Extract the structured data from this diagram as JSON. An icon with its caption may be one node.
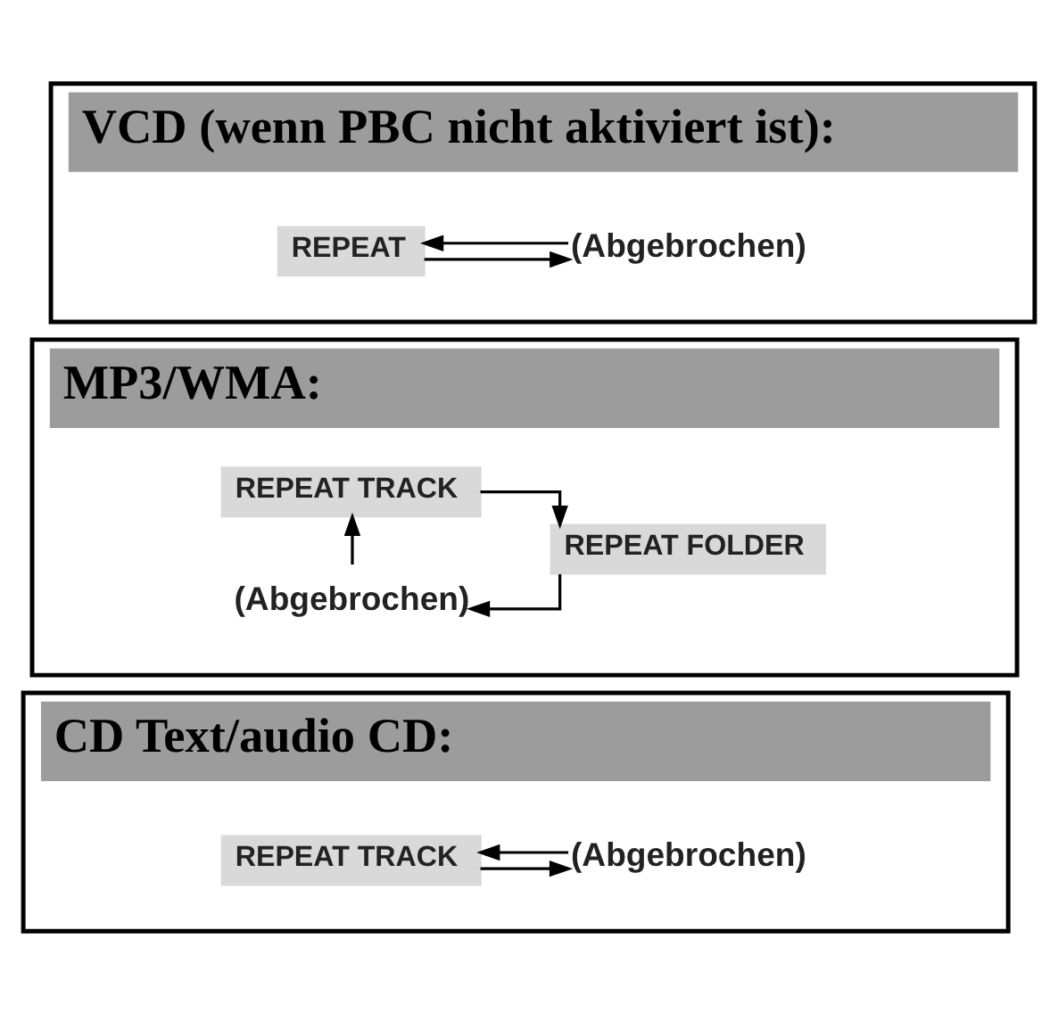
{
  "diagram": {
    "nodes": [
      {
        "text": [
          "VCD (wenn PBC nicht aktiviert ist):"
        ]
      },
      {
        "text": [
          "REPEAT"
        ],
        "in": 0
      },
      {
        "text": [
          "(Abgebrochen)"
        ],
        "in": 0
      },
      {
        "text": [
          "MP3/WMA:"
        ]
      },
      {
        "text": [
          "REPEAT TRACK"
        ],
        "in": 3
      },
      {
        "text": [
          "REPEAT FOLDER"
        ],
        "in": 3
      },
      {
        "text": [
          "(Abgebrochen)"
        ],
        "in": 3
      },
      {
        "text": [
          "CD Text/audio CD:"
        ]
      },
      {
        "text": [
          "REPEAT TRACK"
        ],
        "in": 7
      },
      {
        "text": [
          "(Abgebrochen)"
        ],
        "in": 7
      }
    ],
    "edges": [
      {
        "from": 1,
        "to": 2,
        "arrow": "to"
      },
      {
        "from": 2,
        "to": 1,
        "arrow": "to"
      },
      {
        "from": 4,
        "to": 5,
        "arrow": "to"
      },
      {
        "from": 5,
        "to": 6,
        "arrow": "to"
      },
      {
        "from": 6,
        "to": 4,
        "arrow": "to"
      },
      {
        "from": 8,
        "to": 9,
        "arrow": "to"
      },
      {
        "from": 9,
        "to": 8,
        "arrow": "to"
      }
    ]
  }
}
